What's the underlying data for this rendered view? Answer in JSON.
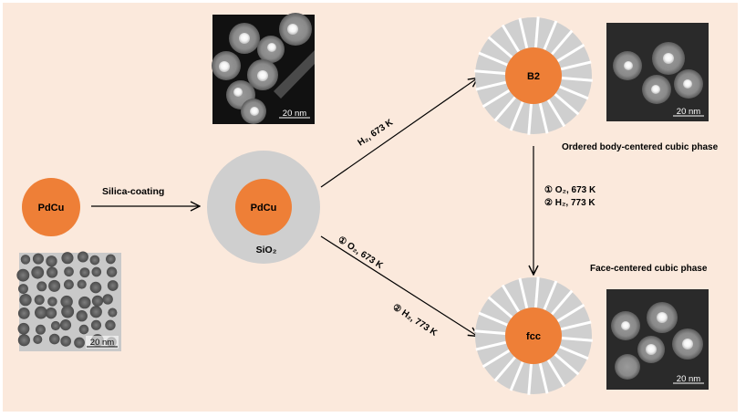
{
  "colors": {
    "background": "#fbe9dc",
    "core": "#ee7f37",
    "shell": "#cfcfcf",
    "arrow": "#000000"
  },
  "pdcu_bare": {
    "label": "PdCu"
  },
  "silica_coating": {
    "label": "Silica-coating"
  },
  "coated": {
    "core_label": "PdCu",
    "shell_label": "SiO₂"
  },
  "b2_particle": {
    "label": "B2",
    "caption": "Ordered body-centered cubic phase"
  },
  "fcc_particle": {
    "label": "fcc",
    "caption": "Face-centered cubic phase"
  },
  "path_h2": {
    "label": "H₂, 673 K"
  },
  "path_o2": {
    "label": "① O₂, 673 K"
  },
  "path_h2b": {
    "label": "② H₂, 773 K"
  },
  "vertical": {
    "step1": "① O₂, 673 K",
    "step2": "② H₂, 773 K"
  },
  "scale_bar": {
    "label": "20 nm"
  },
  "micrographs": [
    "tem-pdcu",
    "haadf-coated",
    "haadf-b2",
    "haadf-fcc"
  ]
}
